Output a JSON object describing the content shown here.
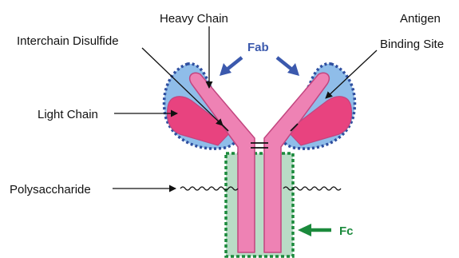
{
  "labels": {
    "heavy_chain": "Heavy Chain",
    "interchain_disulfide": "Interchain Disulfide",
    "light_chain": "Light Chain",
    "polysaccharide": "Polysaccharide",
    "antigen_line1": "Antigen",
    "antigen_line2": "Binding Site",
    "fab": "Fab",
    "fc": "Fc"
  },
  "colors": {
    "heavy_chain_fill": "#ee82b4",
    "heavy_chain_stroke": "#c2457f",
    "light_chain_fill": "#e8437f",
    "fab_region_fill": "#8fbde9",
    "fab_region_stroke": "#2f4fa0",
    "fc_region_fill": "#b9dcc6",
    "fc_region_stroke": "#1b8a3c",
    "fab_arrow": "#3b59ad",
    "fc_arrow": "#1b8a3c"
  },
  "icons": {
    "fab_arrows": "arrow-down-icon",
    "fc_arrow": "arrow-left-icon"
  }
}
